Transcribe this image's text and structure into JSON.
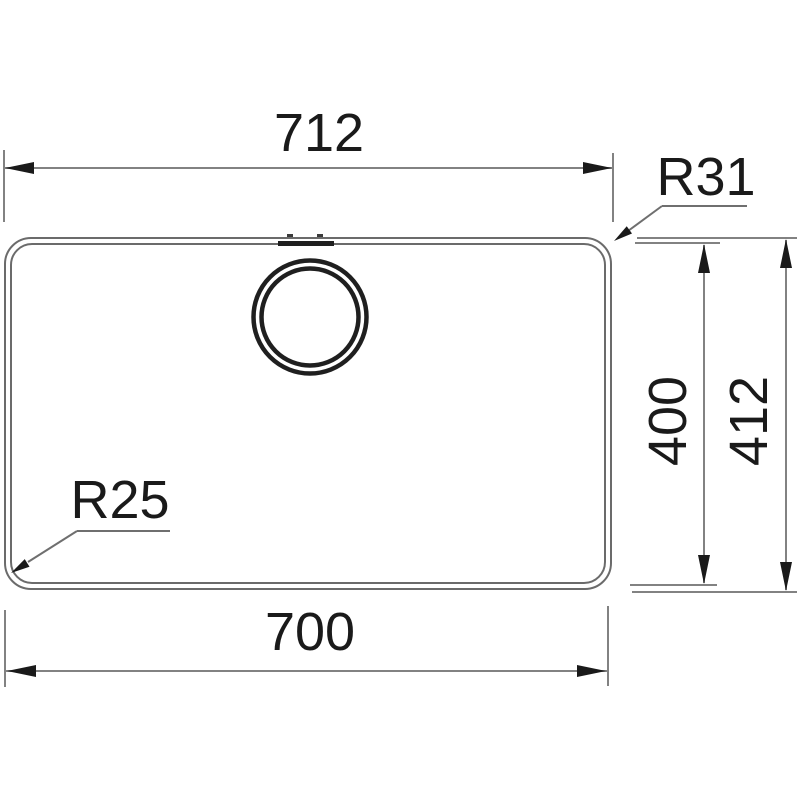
{
  "drawing": {
    "type": "technical-dimension-drawing",
    "subject": "rectangular sink bowl cutout, top view with drain hole",
    "labels": {
      "outer_width": "712",
      "inner_width": "700",
      "inner_depth": "400",
      "outer_depth": "412",
      "outer_corner_radius": "R31",
      "inner_corner_radius": "R25"
    },
    "colors": {
      "background": "#ffffff",
      "outline": "#6b6b6b",
      "dimension_lines": "#828282",
      "arrows_and_text": "#1a1a1a",
      "drain_ring": "#1f1f1f"
    }
  }
}
